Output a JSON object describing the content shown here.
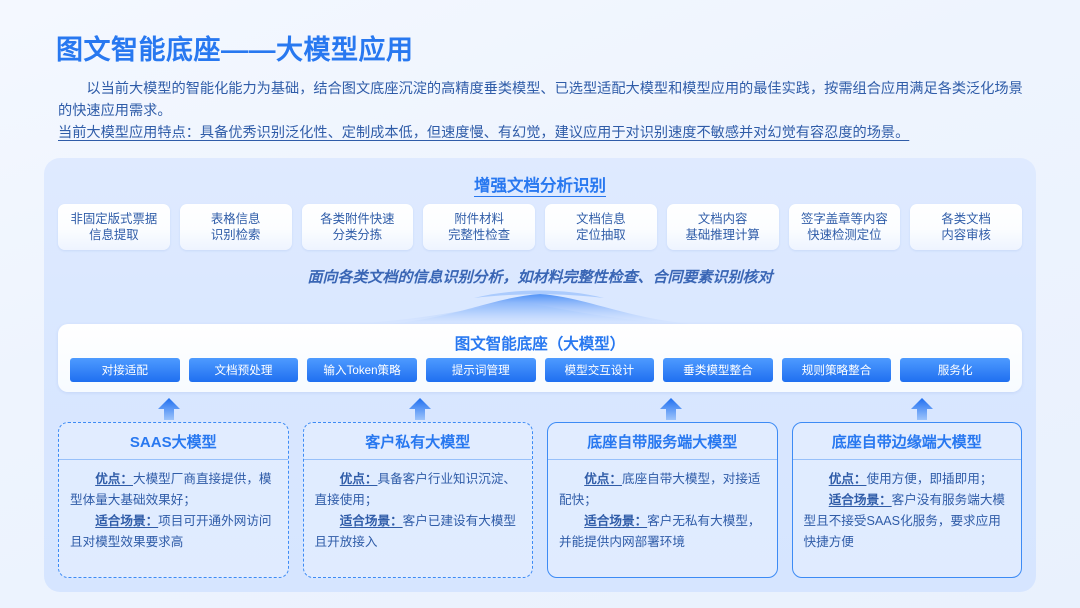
{
  "header": {
    "title": "图文智能底座——大模型应用",
    "intro_line1": "以当前大模型的智能化能力为基础，结合图文底座沉淀的高精度垂类模型、已选型适配大模型和模型应用的最佳实践，按需组合应用满足各类泛化场景的快速应用需求。",
    "intro_line2": "当前大模型应用特点：具备优秀识别泛化性、定制成本低，但速度慢、有幻觉，建议应用于对识别速度不敏感并对幻觉有容忍度的场景。"
  },
  "section_doc": {
    "title": "增强文档分析识别",
    "capabilities": [
      "非固定版式票据\n信息提取",
      "表格信息\n识别检索",
      "各类附件快速\n分类分拣",
      "附件材料\n完整性检查",
      "文档信息\n定位抽取",
      "文档内容\n基础推理计算",
      "签字盖章等内容\n快速检测定位",
      "各类文档\n内容审核"
    ],
    "note": "面向各类文档的信息识别分析，如材料完整性检查、合同要素识别核对"
  },
  "section_base": {
    "title": "图文智能底座（大模型）",
    "tags": [
      "对接适配",
      "文档预处理",
      "输入Token策略",
      "提示词管理",
      "模型交互设计",
      "垂类模型整合",
      "规则策略整合",
      "服务化"
    ]
  },
  "section_options": {
    "cards": [
      {
        "title": "SAAS大模型",
        "border": "dashed",
        "pro_label": "优点：",
        "pro_text": "大模型厂商直接提供，模型体量大基础效果好；",
        "scene_label": "适合场景：",
        "scene_text": "项目可开通外网访问且对模型效果要求高"
      },
      {
        "title": "客户私有大模型",
        "border": "dashed",
        "pro_label": "优点：",
        "pro_text": "具备客户行业知识沉淀、直接使用；",
        "scene_label": "适合场景：",
        "scene_text": "客户已建设有大模型且开放接入"
      },
      {
        "title": "底座自带服务端大模型",
        "border": "solid",
        "pro_label": "优点：",
        "pro_text": "底座自带大模型，对接适配快；",
        "scene_label": "适合场景：",
        "scene_text": "客户无私有大模型，并能提供内网部署环境"
      },
      {
        "title": "底座自带边缘端大模型",
        "border": "solid",
        "pro_label": "优点：",
        "pro_text": "使用方便，即插即用；",
        "scene_label": "适合场景：",
        "scene_text": "客户没有服务端大模型且不接受SAAS化服务，要求应用快捷方便"
      }
    ]
  },
  "colors": {
    "accent": "#2878f0",
    "text": "#2f5ca8",
    "panel_bg": "#dcE8ff",
    "tag_gradient_from": "#4e9bff",
    "tag_gradient_to": "#1f6ff0"
  }
}
